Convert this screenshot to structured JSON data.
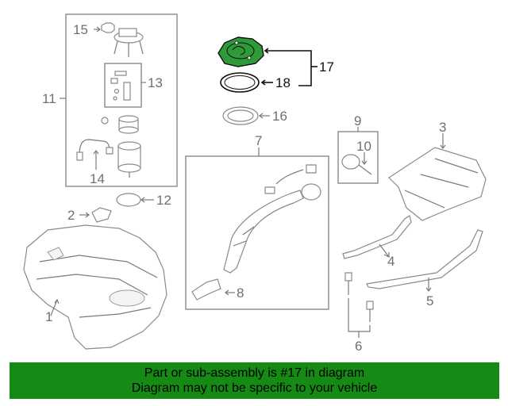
{
  "callouts": {
    "c1": "1",
    "c2": "2",
    "c3": "3",
    "c4": "4",
    "c5": "5",
    "c6": "6",
    "c7": "7",
    "c8": "8",
    "c9": "9",
    "c10": "10",
    "c11": "11",
    "c12": "12",
    "c13": "13",
    "c14": "14",
    "c15": "15",
    "c16": "16",
    "c17": "17",
    "c18": "18"
  },
  "banner": {
    "line1": "Part or sub-assembly is #17 in diagram",
    "line2": "Diagram may not be specific to your vehicle"
  },
  "colors": {
    "banner_background": "#158a15",
    "highlight_part": "#2e9a3a",
    "line_art": "#8a8a8a"
  }
}
